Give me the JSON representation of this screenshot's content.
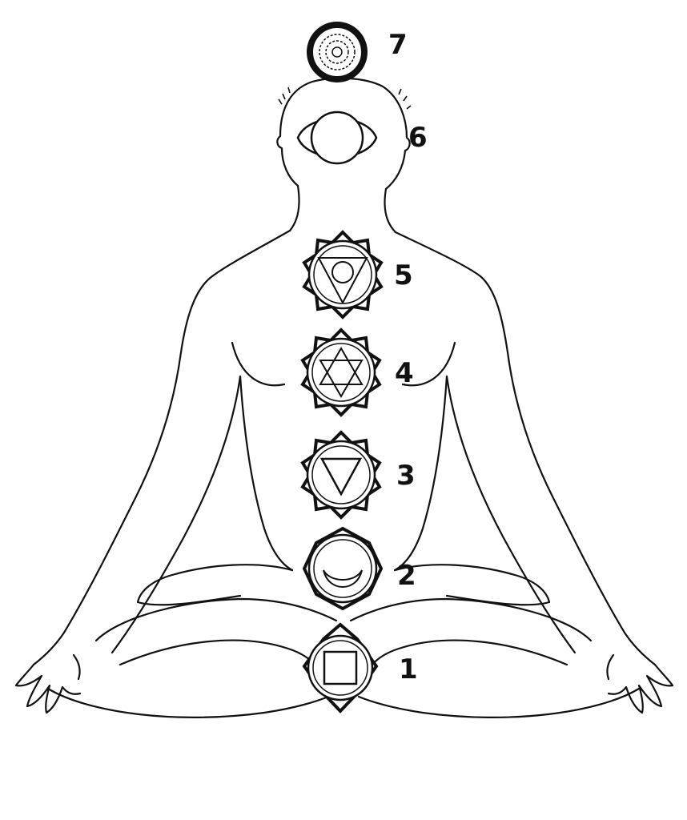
{
  "figure": {
    "chakras": [
      {
        "label": "1",
        "symbol": "square"
      },
      {
        "label": "2",
        "symbol": "crescent"
      },
      {
        "label": "3",
        "symbol": "down-triangle"
      },
      {
        "label": "4",
        "symbol": "hexagram"
      },
      {
        "label": "5",
        "symbol": "triangle-circle"
      },
      {
        "label": "6",
        "symbol": "two-petal"
      },
      {
        "label": "7",
        "symbol": "thousand-petal"
      }
    ],
    "colors": {
      "ink": "#111111",
      "background": "#ffffff"
    }
  }
}
